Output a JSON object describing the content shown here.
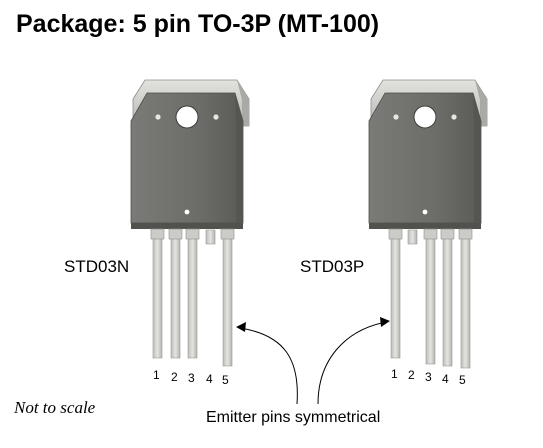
{
  "title": "Package: 5 pin TO-3P (MT-100)",
  "packages": [
    {
      "part": "STD03N",
      "pin_numbers": [
        "1",
        "2",
        "3",
        "4",
        "5"
      ]
    },
    {
      "part": "STD03P",
      "pin_numbers": [
        "1",
        "2",
        "3",
        "4",
        "5"
      ]
    }
  ],
  "note": "Not to scale",
  "emitter_label": "Emitter pins symmetrical",
  "colors": {
    "body": "#6f6f6b",
    "tab": "#cfcfcb",
    "lead": "#d2d2cf"
  }
}
